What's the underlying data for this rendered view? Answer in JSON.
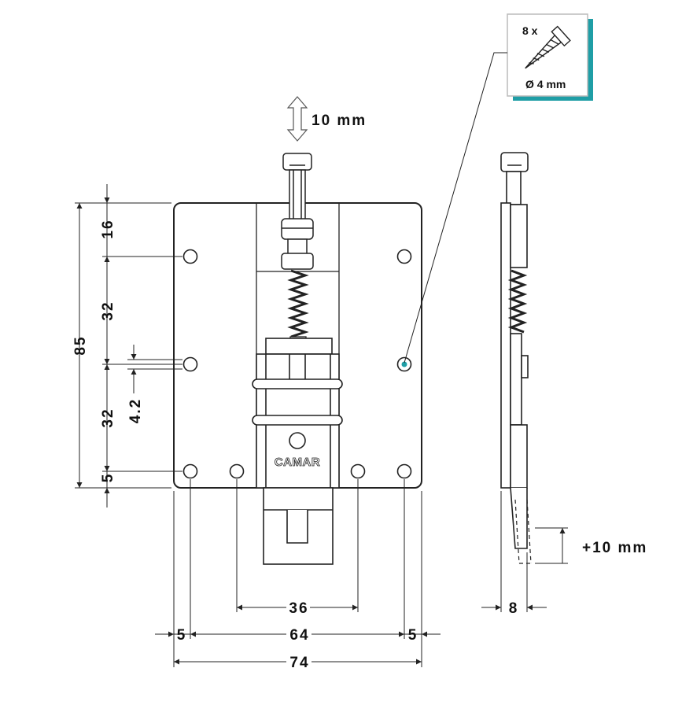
{
  "travel": {
    "label": "10 mm"
  },
  "callout": {
    "count": "8 x",
    "diameter": "Ø 4 mm",
    "accent": "#1f9ea6"
  },
  "brand": {
    "name": "CAMAR"
  },
  "dims": {
    "top_offset": "16",
    "upper_spacing": "32",
    "lower_spacing": "32",
    "total_height": "85",
    "slot_offset": "4.2",
    "bottom_offset": "5",
    "inner_width": "36",
    "hole_spacing": "64",
    "left_margin": "5",
    "right_margin": "5",
    "total_width": "74",
    "thickness": "8",
    "extension": "+10 mm"
  }
}
